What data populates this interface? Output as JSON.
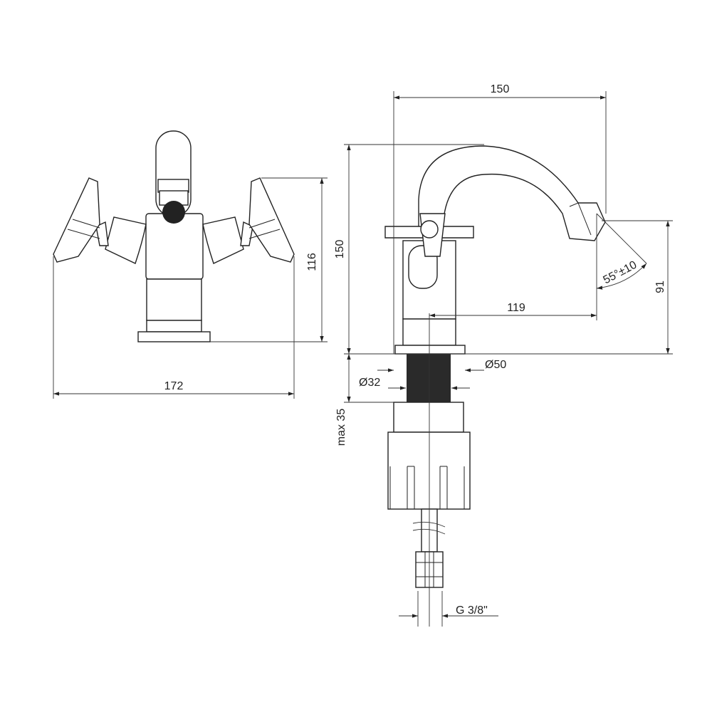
{
  "drawing": {
    "title": "Bidet mixer technical drawing",
    "front_view": {
      "width_dim": "172",
      "height_dim": "116"
    },
    "side_view": {
      "projection_dim": "150",
      "total_height_dim": "150",
      "spout_height_dim": "91",
      "spout_reach_dim": "119",
      "base_diameter_dim": "Ø50",
      "shank_diameter_dim": "Ø32",
      "max_thickness_dim": "max 35",
      "connection_dim": "G 3/8\"",
      "angle_dim": "55°±10"
    }
  }
}
